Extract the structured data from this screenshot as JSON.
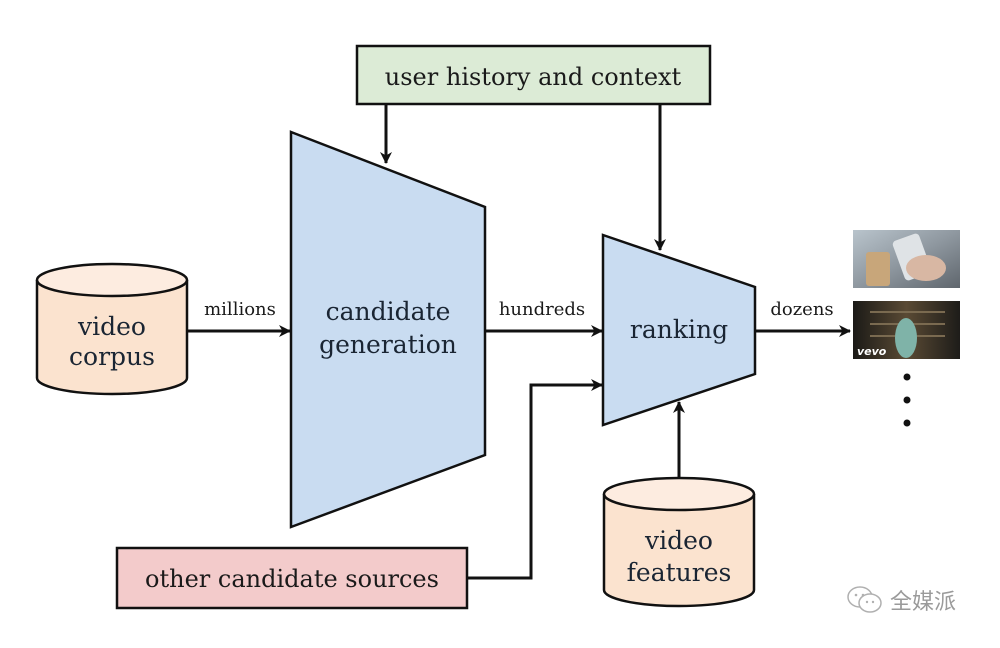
{
  "diagram": {
    "title": "YouTube recommendation system architecture",
    "nodes": {
      "user_history": {
        "label": "user history and context",
        "fill": "#dcebd6"
      },
      "video_corpus": {
        "lines": [
          "video",
          "corpus"
        ],
        "fill": "#fbe3cf"
      },
      "candidate_generation": {
        "lines": [
          "candidate",
          "generation"
        ],
        "fill": "#c9dcf1"
      },
      "ranking": {
        "label": "ranking",
        "fill": "#c9dcf1"
      },
      "other_sources": {
        "label": "other candidate sources",
        "fill": "#f3cbcb"
      },
      "video_features": {
        "lines": [
          "video",
          "features"
        ],
        "fill": "#fbe3cf"
      }
    },
    "edges": {
      "corpus_to_candidates": "millions",
      "candidates_to_ranking": "hundreds",
      "ranking_to_output": "dozens"
    },
    "output": {
      "thumbnails": [
        {
          "name": "phone-and-coffee-thumbnail"
        },
        {
          "name": "music-video-thumbnail",
          "badge": "vevo"
        }
      ],
      "ellipsis_dots": 3
    }
  },
  "watermark": {
    "text": "全媒派"
  }
}
